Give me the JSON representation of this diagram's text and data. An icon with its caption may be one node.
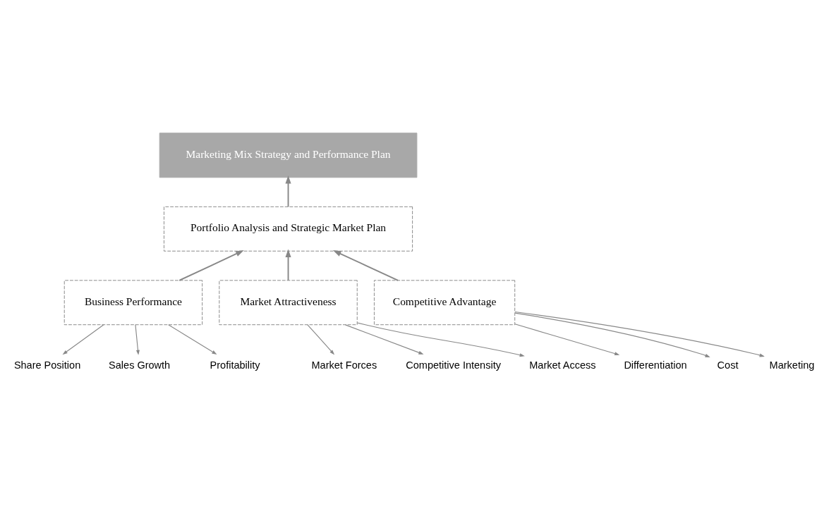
{
  "diagram": {
    "nodes": [
      {
        "text": [
          "Marketing Mix Strategy and Performance Plan"
        ]
      },
      {
        "text": [
          "Portfolio Analysis and Strategic Market Plan"
        ]
      },
      {
        "text": [
          "Business Performance"
        ]
      },
      {
        "text": [
          "Market Attractiveness"
        ]
      },
      {
        "text": [
          "Competitive Advantage"
        ]
      },
      {
        "text": [
          "Share Position"
        ]
      },
      {
        "text": [
          "Sales Growth"
        ]
      },
      {
        "text": [
          "Profitability"
        ]
      },
      {
        "text": [
          "Market Forces"
        ]
      },
      {
        "text": [
          "Competitive Intensity"
        ]
      },
      {
        "text": [
          "Market Access"
        ]
      },
      {
        "text": [
          "Differentiation"
        ]
      },
      {
        "text": [
          "Cost"
        ]
      },
      {
        "text": [
          "Marketing"
        ]
      }
    ],
    "edges": [
      {
        "from": 1,
        "to": 0,
        "arrow": "to"
      },
      {
        "from": 2,
        "to": 1,
        "arrow": "to"
      },
      {
        "from": 3,
        "to": 1,
        "arrow": "to"
      },
      {
        "from": 4,
        "to": 1,
        "arrow": "to"
      },
      {
        "from": 2,
        "to": 5,
        "arrow": "to"
      },
      {
        "from": 2,
        "to": 6,
        "arrow": "to"
      },
      {
        "from": 2,
        "to": 7,
        "arrow": "to"
      },
      {
        "from": 3,
        "to": 8,
        "arrow": "to"
      },
      {
        "from": 3,
        "to": 9,
        "arrow": "to"
      },
      {
        "from": 3,
        "to": 10,
        "arrow": "to"
      },
      {
        "from": 4,
        "to": 11,
        "arrow": "to"
      },
      {
        "from": 4,
        "to": 12,
        "arrow": "to"
      },
      {
        "from": 4,
        "to": 13,
        "arrow": "to"
      }
    ]
  }
}
